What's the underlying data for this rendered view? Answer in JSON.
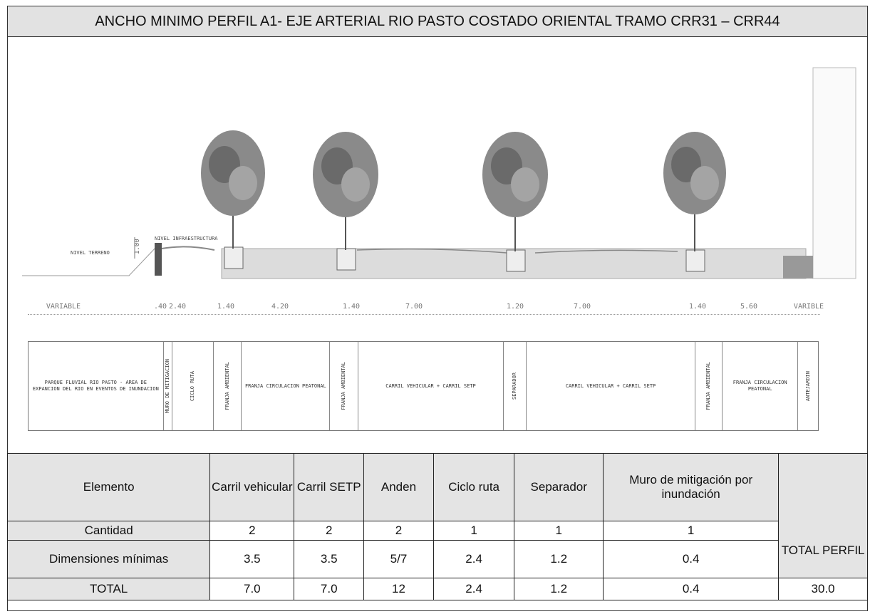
{
  "title": "ANCHO MINIMO PERFIL A1- EJE ARTERIAL RIO PASTO COSTADO ORIENTAL TRAMO CRR31 – CRR44",
  "section": {
    "ground_label": "NIVEL TERRENO",
    "infra_label": "NIVEL INFRAESTRUCTURA",
    "height_label": "1.00",
    "dimensions": [
      {
        "label": "VARIABLE"
      },
      {
        "label": ".40"
      },
      {
        "label": "2.40"
      },
      {
        "label": "1.40"
      },
      {
        "label": "4.20"
      },
      {
        "label": "1.40"
      },
      {
        "label": "7.00"
      },
      {
        "label": "1.20"
      },
      {
        "label": "7.00"
      },
      {
        "label": "1.40"
      },
      {
        "label": "5.60"
      },
      {
        "label": "VARIBLE"
      }
    ],
    "zones": [
      {
        "label": "PARQUE FLUVIAL RIO PASTO - AREA DE EXPANCION DEL RIO EN EVENTOS DE INUNDACION",
        "vertical": false
      },
      {
        "label": "MURO DE MITIGACION",
        "vertical": true
      },
      {
        "label": "CICLO RUTA",
        "vertical": true
      },
      {
        "label": "FRANJA AMBIENTAL",
        "vertical": true
      },
      {
        "label": "FRANJA CIRCULACION PEATONAL",
        "vertical": false
      },
      {
        "label": "FRANJA AMBIENTAL",
        "vertical": true
      },
      {
        "label": "CARRIL VEHICULAR + CARRIL SETP",
        "vertical": false
      },
      {
        "label": "SEPARADOR",
        "vertical": true
      },
      {
        "label": "CARRIL VEHICULAR + CARRIL SETP",
        "vertical": false
      },
      {
        "label": "FRANJA AMBIENTAL",
        "vertical": true
      },
      {
        "label": "FRANJA CIRCULACION PEATONAL",
        "vertical": false
      },
      {
        "label": "ANTEJARDIN",
        "vertical": true
      }
    ]
  },
  "table": {
    "header": [
      "Elemento",
      "Carril vehicular",
      "Carril SETP",
      "Anden",
      "Ciclo ruta",
      "Separador",
      "Muro de mitigación por inundación"
    ],
    "total_header": "TOTAL PERFIL",
    "rows": [
      {
        "label": "Cantidad",
        "values": [
          "2",
          "2",
          "2",
          "1",
          "1",
          "1"
        ]
      },
      {
        "label": "Dimensiones mínimas",
        "values": [
          "3.5",
          "3.5",
          "5/7",
          "2.4",
          "1.2",
          "0.4"
        ]
      },
      {
        "label": "TOTAL",
        "values": [
          "7.0",
          "7.0",
          "12",
          "2.4",
          "1.2",
          "0.4"
        ],
        "total": "30.0"
      }
    ]
  }
}
